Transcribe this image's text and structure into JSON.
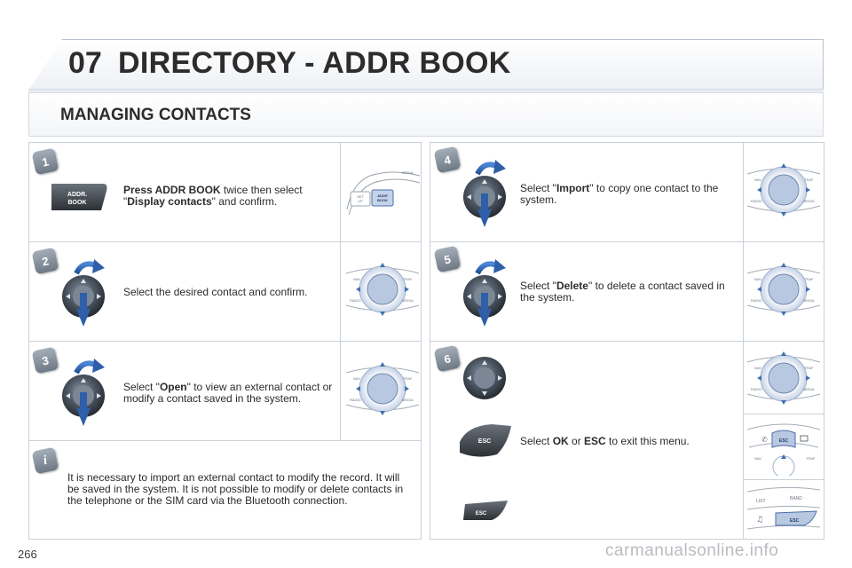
{
  "header": {
    "chapter": "07",
    "title": "DIRECTORY - ADDR BOOK"
  },
  "section": {
    "title": "MANAGING CONTACTS"
  },
  "steps": [
    {
      "number": "1",
      "pre": "Press ADDR BOOK",
      "mid": " twice then select \"",
      "bold": "Display contacts",
      "post": "\" and confirm."
    },
    {
      "number": "2",
      "text": "Select the desired contact and confirm."
    },
    {
      "number": "3",
      "pre": "Select \"",
      "bold": "Open",
      "post": "\" to view an external contact or modify a contact saved in the system."
    },
    {
      "number": "4",
      "pre": "Select \"",
      "bold": "Import",
      "post": "\" to copy one contact to the system."
    },
    {
      "number": "5",
      "pre": "Select \"",
      "bold": "Delete",
      "post": "\" to delete a contact saved in the system."
    },
    {
      "number": "6",
      "pre": "Select ",
      "bold": "OK",
      "mid": " or ",
      "bold2": "ESC",
      "post": " to exit this menu."
    }
  ],
  "info": {
    "text": "It is necessary to import an external contact to modify the record. It will be saved in the system. It is not possible to modify or delete contacts in the telephone or the SIM card via the Bluetooth connection."
  },
  "labels": {
    "addr_book_button": "ADDR. BOOK",
    "panel_set_up": "SET UP",
    "panel_addr_book": "ADDR BOOK",
    "panel_media": "MEDIA",
    "nav": "NAV",
    "traf": "TRAF",
    "radio": "RADIO",
    "media": "MEDIA",
    "esc": "ESC",
    "list": "LIST",
    "band": "BAND"
  },
  "footer": {
    "page": "266",
    "watermark": "carmanualsonline.info"
  },
  "colors": {
    "accent": "#3f6fb0",
    "arrow": "#2e5fa8",
    "badge": "#8a949f"
  }
}
